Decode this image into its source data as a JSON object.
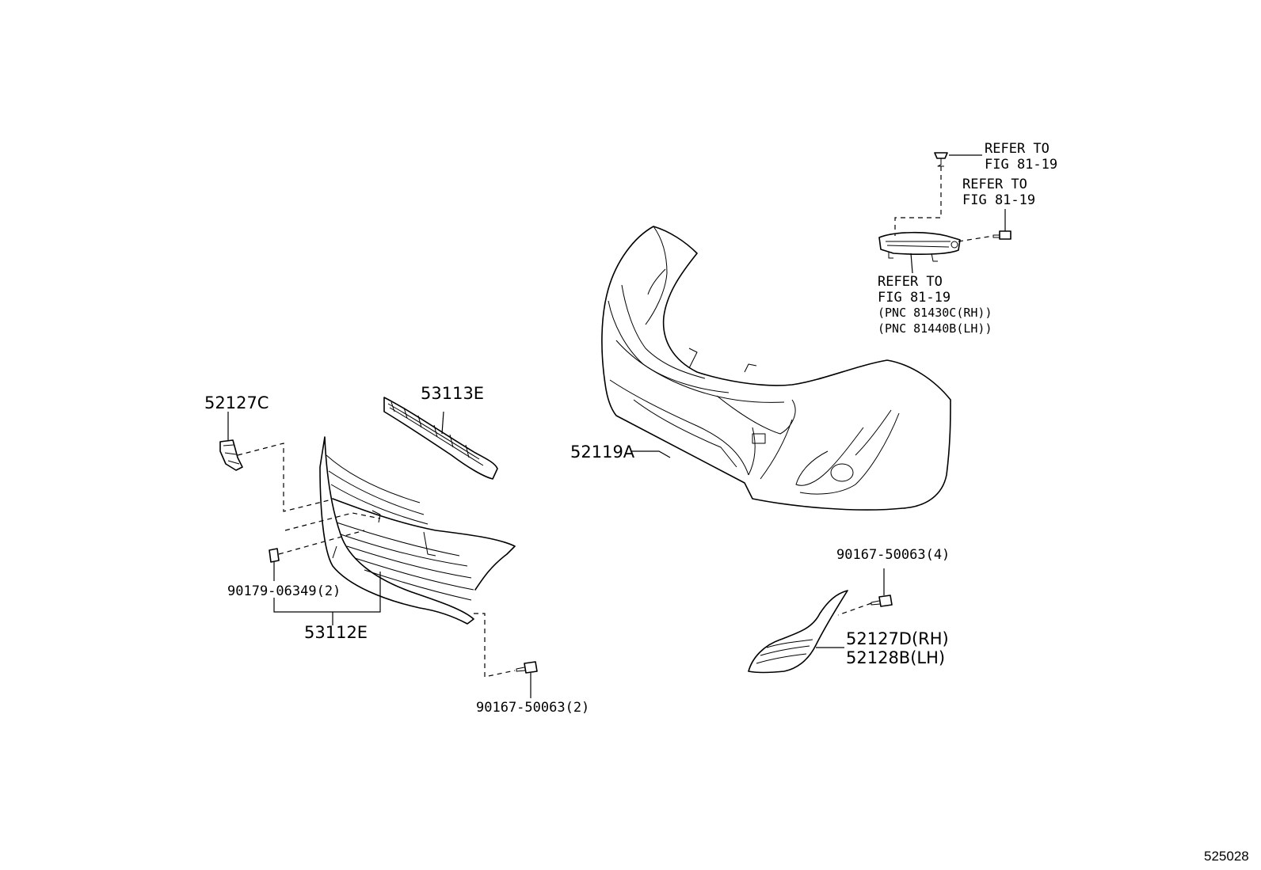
{
  "labels": {
    "refer1_line1": "REFER TO",
    "refer1_line2": "FIG 81-19",
    "refer2_line1": "REFER TO",
    "refer2_line2": "FIG 81-19",
    "refer3_line1": "REFER TO",
    "refer3_line2": "FIG 81-19",
    "pnc_rh": "(PNC 81430C(RH))",
    "pnc_lh": "(PNC 81440B(LH))",
    "part_52127C": "52127C",
    "part_53113E": "53113E",
    "part_52119A": "52119A",
    "part_90179": "90179-06349(2)",
    "part_53112E": "53112E",
    "part_90167_2": "90167-50063(2)",
    "part_90167_4": "90167-50063(4)",
    "part_52127D": "52127D(RH)",
    "part_52128B": "52128B(LH)",
    "figure_number": "525028"
  }
}
